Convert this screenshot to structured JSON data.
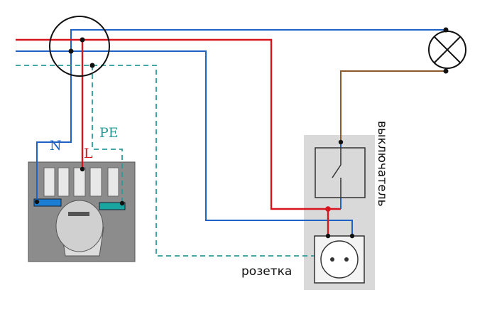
{
  "labels": {
    "neutral": "N",
    "line": "L",
    "protective_earth": "PE",
    "switch": "выключатель",
    "socket": "розетка"
  },
  "colors": {
    "line_wire": "#d8141c",
    "neutral_wire": "#1f62c6",
    "earth_wire": "#2a9a9a",
    "switched_wire": "#8b5a2b",
    "panel_fill": "#8c8c8c",
    "plate_fill": "#d9d9d9",
    "neutral_bus": "#1a7fd4",
    "earth_bus": "#1aa6a0"
  },
  "components": {
    "junction_box": "junction-box",
    "distribution_panel": "distribution-panel",
    "lamp": "lamp",
    "switch": "switch",
    "socket": "socket"
  }
}
